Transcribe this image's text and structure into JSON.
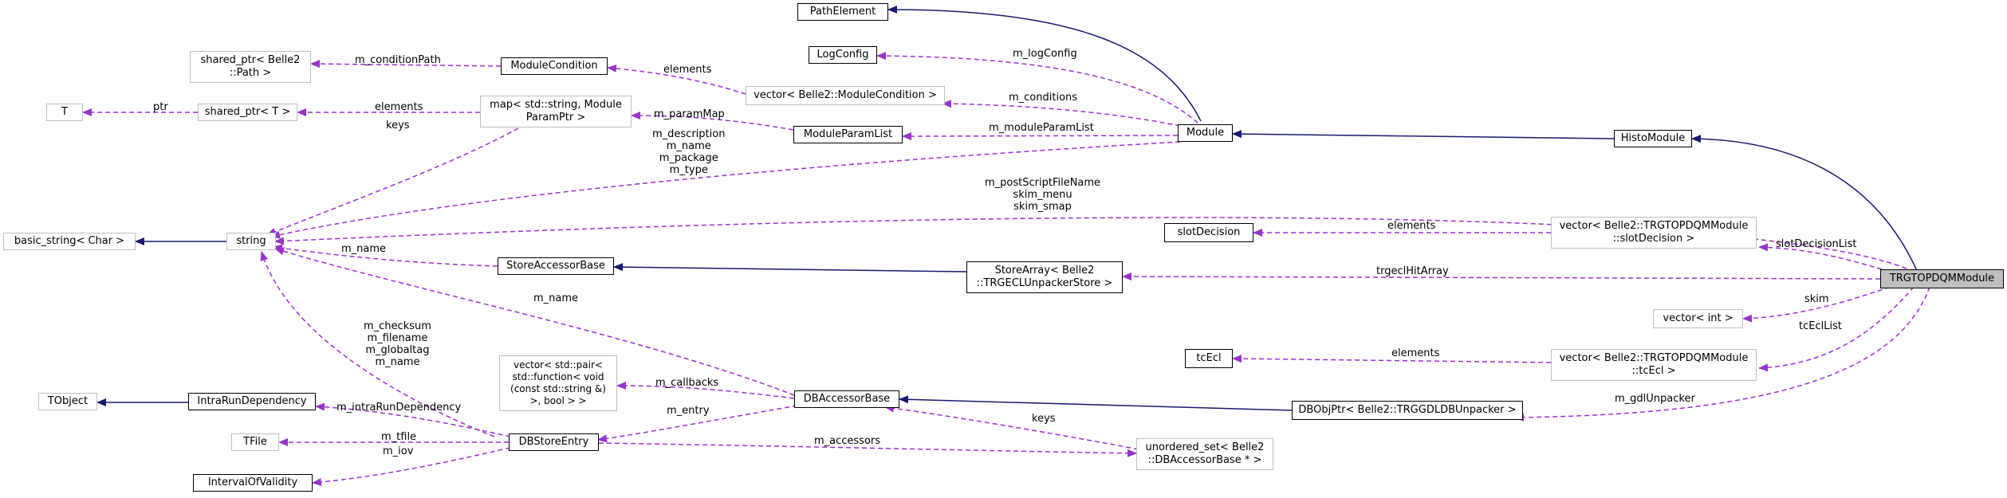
{
  "colors": {
    "inheritance": "#191970",
    "usage": "#9a32cd",
    "solid_border": "#000000",
    "faded_border": "#bfbfbf",
    "focus_fill": "#bfbfbf"
  },
  "nodes": {
    "path_element": "PathElement",
    "log_config": "LogConfig",
    "shared_ptr_path": "shared_ptr< Belle2\n::Path >",
    "module_condition": "ModuleCondition",
    "vector_module_condition": "vector< Belle2::ModuleCondition >",
    "t": "T",
    "shared_ptr_t": "shared_ptr< T >",
    "map_module_param": "map< std::string, Module\nParamPtr >",
    "module_param_list": "ModuleParamList",
    "module": "Module",
    "histo_module": "HistoModule",
    "basic_string": "basic_string< Char >",
    "string": "string",
    "slot_decision": "slotDecision",
    "vector_slot_decision": "vector< Belle2::TRGTOPDQMModule\n::slotDecision >",
    "store_accessor_base": "StoreAccessorBase",
    "store_array": "StoreArray< Belle2\n::TRGECLUnpackerStore >",
    "trgtop_dqm_module": "TRGTOPDQMModule",
    "vector_int": "vector< int >",
    "tc_ecl": "tcEcl",
    "vector_tc_ecl": "vector< Belle2::TRGTOPDQMModule\n::tcEcl >",
    "tobject": "TObject",
    "intra_run_dependency": "IntraRunDependency",
    "vector_pair_callbacks": "vector< std::pair<\nstd::function< void\n(const std::string &)\n>, bool > >",
    "db_accessor_base": "DBAccessorBase",
    "dbobjptr": "DBObjPtr< Belle2::TRGGDLDBUnpacker >",
    "tfile": "TFile",
    "db_store_entry": "DBStoreEntry",
    "unordered_set": "unordered_set< Belle2\n::DBAccessorBase * >",
    "interval_of_validity": "IntervalOfValidity"
  },
  "edge_labels": {
    "m_logConfig": "m_logConfig",
    "m_conditionPath": "m_conditionPath",
    "elements_module_condition": "elements",
    "m_conditions": "m_conditions",
    "ptr": "ptr",
    "elements_shared_ptr_t": "elements",
    "m_paramMap": "m_paramMap",
    "keys_map": "keys",
    "m_moduleParamList": "m_moduleParamList",
    "module_string_members": "m_description\nm_name\nm_package\nm_type",
    "skim_string_members": "m_postScriptFileName\nskim_menu\nskim_smap",
    "elements_slot_decision": "elements",
    "slotDecisionList": "slotDecisionList",
    "m_name_store": "m_name",
    "trgeclHitArray": "trgeclHitArray",
    "m_name_db": "m_name",
    "skim": "skim",
    "elements_tc_ecl": "elements",
    "tcEclList": "tcEclList",
    "dbstore_string_members": "m_checksum\nm_filename\nm_globaltag\nm_name",
    "m_callbacks": "m_callbacks",
    "keys_unordered": "keys",
    "m_entry": "m_entry",
    "m_gdlUnpacker": "m_gdlUnpacker",
    "m_intraRunDependency": "m_intraRunDependency",
    "m_tfile": "m_tfile",
    "m_accessors": "m_accessors",
    "m_iov": "m_iov"
  }
}
